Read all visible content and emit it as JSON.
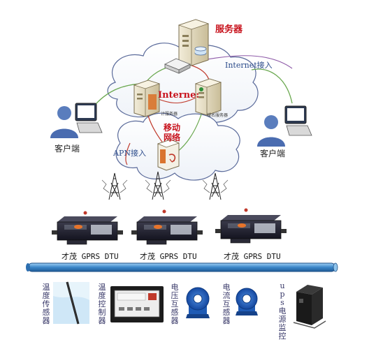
{
  "nodes": {
    "server": "服务器",
    "internet_access": "Internet接入",
    "internet": "Interne:",
    "mobile_network": "移动网络",
    "apn_access": "APN接入",
    "client_left": "客户端",
    "client_right": "客户端",
    "calc_server": "计服务器",
    "domain_server": "域名服务器"
  },
  "dtus": [
    {
      "label": "才茂 GPRS DTU"
    },
    {
      "label": "才茂 GPRS DTU"
    },
    {
      "label": "才茂 GPRS DTU"
    }
  ],
  "devices": [
    {
      "label": "温度传感器"
    },
    {
      "label": "温度控制器"
    },
    {
      "label": "电压互感器"
    },
    {
      "label": "电流互感器"
    },
    {
      "label": "ups电源监控"
    }
  ],
  "colors": {
    "cloud_stroke": "#5a6a9a",
    "link_green": "#6aa84f",
    "link_red": "#c0392b",
    "link_purple": "#8e5aa8",
    "bus": "#4a8ac8",
    "label_red": "#c8141e"
  }
}
